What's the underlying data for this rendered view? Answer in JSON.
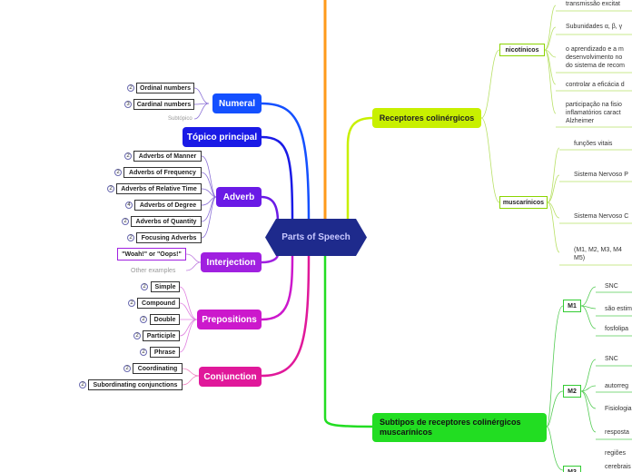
{
  "colors": {
    "numeral": "#1450ff",
    "topic": "#1a1ae6",
    "adverb": "#6a1ae6",
    "interjection": "#a020e0",
    "prepositions": "#cc18cc",
    "conjunction": "#e0189a",
    "center": "#1e2a8c",
    "receptores": "#c8f000",
    "subtipos": "#22dd22",
    "orange": "#ff9a1a"
  },
  "center": {
    "label": "Parts of Speech"
  },
  "numeral": {
    "label": "Numeral",
    "items": [
      {
        "label": "Ordinal numbers",
        "count": "2"
      },
      {
        "label": "Cardinal numbers",
        "count": "3"
      }
    ],
    "sub_label": "Subtópico"
  },
  "topico": {
    "label": "Tópico principal"
  },
  "adverb": {
    "label": "Adverb",
    "items": [
      {
        "label": "Adverbs of Manner",
        "count": "2"
      },
      {
        "label": "Adverbs of Frequency",
        "count": "2"
      },
      {
        "label": "Adverbs of Relative Time",
        "count": "2"
      },
      {
        "label": "Adverbs of Degree",
        "count": "4"
      },
      {
        "label": "Adverbs of Quantity",
        "count": "2"
      },
      {
        "label": "Focusing Adverbs",
        "count": "2"
      }
    ]
  },
  "interjection": {
    "label": "Interjection",
    "items": [
      {
        "label": "\"Woah!\" or \"Oops!\""
      }
    ],
    "other": "Other examples"
  },
  "prepositions": {
    "label": "Prepositions",
    "items": [
      {
        "label": "Simple",
        "count": "2"
      },
      {
        "label": "Compound",
        "count": "2"
      },
      {
        "label": "Double",
        "count": "2"
      },
      {
        "label": "Participle",
        "count": "2"
      },
      {
        "label": "Phrase",
        "count": "2"
      }
    ]
  },
  "conjunction": {
    "label": "Conjunction",
    "items": [
      {
        "label": "Coordinating",
        "count": "2"
      },
      {
        "label": "Subordinating conjunctions",
        "count": "2"
      }
    ]
  },
  "receptores": {
    "label": "Receptores colinérgicos",
    "nicotinicos": {
      "label": "nicotínicos",
      "texts": [
        "transmissão excitat",
        "Subunidades α, β, γ",
        "o aprendizado e a m",
        "desenvolvimento no",
        "do sistema de recom",
        "controlar a eficácia d",
        "participação na fisio",
        "inflamatórios caract",
        "Alzheimer"
      ]
    },
    "muscarinicos": {
      "label": "muscarínicos",
      "texts": [
        "funções vitais",
        "Sistema Nervoso P",
        "Sistema Nervoso C",
        "(M1, M2, M3, M4",
        "M5)"
      ]
    }
  },
  "subtipos": {
    "label": "Subtipos de receptores colinérgicos muscarínicos",
    "m1": {
      "label": "M1",
      "texts": [
        "SNC",
        "são estim",
        "fosfolipa"
      ]
    },
    "m2": {
      "label": "M2",
      "texts": [
        "SNC",
        "autorreg",
        "Fisiologia",
        "resposta"
      ]
    },
    "m3": {
      "label": "M3",
      "texts": [
        "regiões",
        "cerebrais"
      ]
    }
  }
}
